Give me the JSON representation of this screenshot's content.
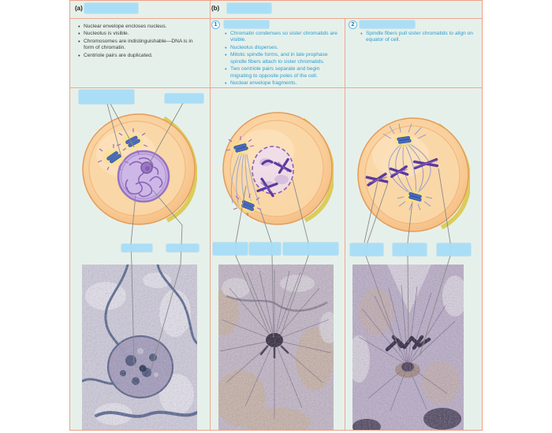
{
  "header": {
    "a": "(a)",
    "b": "(b)"
  },
  "interphase": {
    "bullets": [
      "Nuclear envelope encloses nucleus.",
      "Nucleolus is visible.",
      "Chromosomes are indistinguishable—DNA is in form of chromatin.",
      "Centriole pairs are duplicated."
    ]
  },
  "mitosis_steps": [
    {
      "number": "1",
      "bullets": [
        "Chromatin condenses so sister chromatids are visible.",
        "Nucleolus disperses.",
        "Mitotic spindle forms, and in late prophase spindle fibers attach to sister chromatids.",
        "Two centriole pairs separate and begin migrating to opposite poles of the cell.",
        "Nuclear envelope fragments."
      ]
    },
    {
      "number": "2",
      "bullets": [
        "Spindle fibers pull sister chromatids to align on equator of cell."
      ]
    }
  ],
  "blanks": {
    "count": 14,
    "text": ""
  },
  "colors": {
    "panel_bg": "#e6f0ea",
    "grid_border": "#efa086",
    "answer_blank": "#a7dcf8",
    "step_text_blue": "#2a9cd2",
    "cell_body": "#f8c88e",
    "nucleus_purple": "#cdb7e6",
    "chromosome_purple": "#5c3a9c",
    "centriole_blue": "#4a6cc0",
    "aster_yellow": "#f8e187",
    "leader_line": "#8b8b8b"
  }
}
